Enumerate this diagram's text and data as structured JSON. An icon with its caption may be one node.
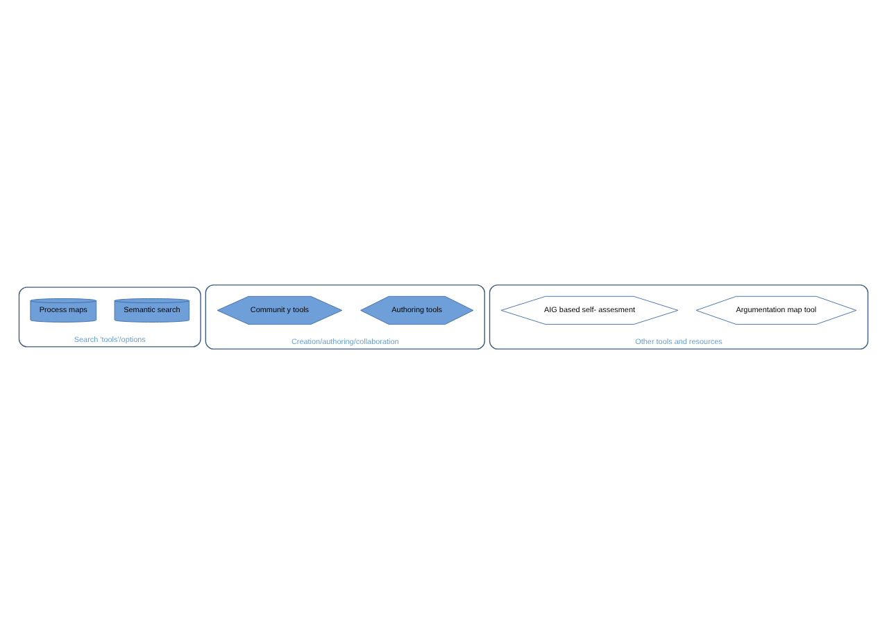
{
  "diagram": {
    "nodes": [
      {
        "text": [
          "Search 'tools'/options"
        ]
      },
      {
        "text": [
          "Semantic search"
        ],
        "in": 0
      },
      {
        "text": [
          "Process maps"
        ],
        "in": 0
      },
      {
        "text": [
          "Creation/authoring/collaboration"
        ]
      },
      {
        "text": [
          "Authoring tools"
        ],
        "in": 3
      },
      {
        "text": [
          "Communit y tools"
        ],
        "in": 3
      },
      {
        "text": [
          "Other tools and resources"
        ]
      },
      {
        "text": [
          "Argumentation map tool"
        ],
        "in": 6
      },
      {
        "text": [
          "AIG based self- assesment"
        ],
        "in": 6
      }
    ],
    "edges": []
  }
}
